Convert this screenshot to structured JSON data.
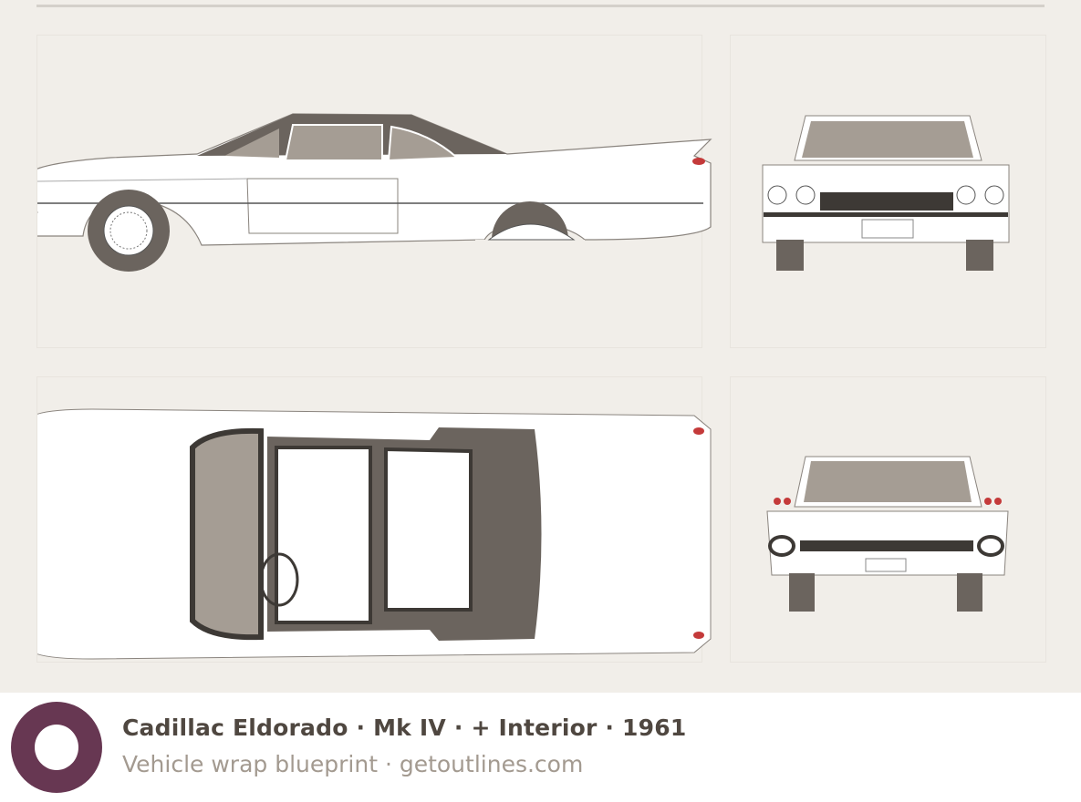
{
  "footer": {
    "title": "Cadillac Eldorado · Mk IV · + Interior · 1961",
    "subtitle": "Vehicle wrap blueprint · getoutlines.com"
  },
  "views": [
    "side-view",
    "front-view",
    "top-view",
    "rear-view"
  ],
  "colors": {
    "background": "#f1eee9",
    "logo": "#673752",
    "roof": "#6b645e",
    "glass": "#a59d94",
    "title_text": "#4f4740",
    "subtitle_text": "#a39a90"
  }
}
